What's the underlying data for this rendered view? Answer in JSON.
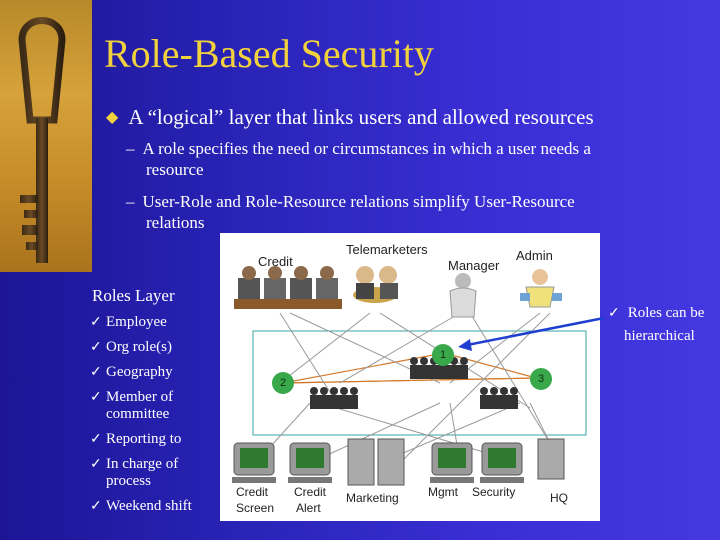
{
  "title": "Role-Based Security",
  "bullets": {
    "main": "A “logical” layer that links users and allowed resources",
    "sub1_line1": "A role specifies the need or circumstances in which a user needs a",
    "sub1_line2": "resource",
    "sub2_line1": "User-Role and Role-Resource relations simplify User-Resource",
    "sub2_line2": "relations"
  },
  "roles": {
    "heading": "Roles Layer",
    "items": [
      {
        "line1": "Employee"
      },
      {
        "line1": "Org role(s)"
      },
      {
        "line1": "Geography"
      },
      {
        "line1": "Member of",
        "line2": "committee"
      },
      {
        "line1": "Reporting to"
      },
      {
        "line1": "In charge of",
        "line2": "process"
      },
      {
        "line1": "Weekend shift"
      }
    ]
  },
  "note": {
    "line1": "Roles can be",
    "line2": "hierarchical"
  },
  "diagram": {
    "users": {
      "credit": "Credit",
      "telemarketers": "Telemarketers",
      "manager": "Manager",
      "admin": "Admin"
    },
    "roles": [
      "1",
      "2",
      "3"
    ],
    "resources": {
      "credit_screen_1": "Credit",
      "credit_screen_2": "Screen",
      "credit_alert_1": "Credit",
      "credit_alert_2": "Alert",
      "marketing": "Marketing",
      "mgmt": "Mgmt",
      "security": "Security",
      "hq": "HQ"
    }
  },
  "colors": {
    "title": "#f2d23c",
    "background": "#2a24b8",
    "arrow": "#1f3fd0"
  }
}
